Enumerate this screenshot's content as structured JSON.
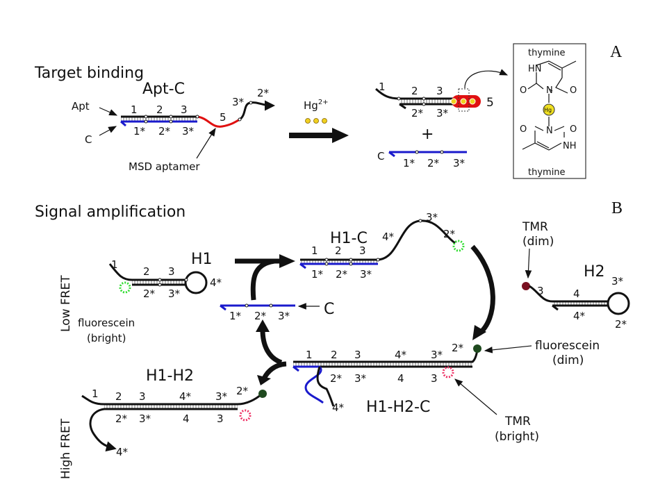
{
  "panel_a": {
    "letter": "A",
    "heading": "Target binding",
    "complex": "Apt-C",
    "apt_label": "Apt",
    "c_label": "C",
    "msd_label": "MSD aptamer",
    "top": [
      "1",
      "2",
      "3"
    ],
    "bottom": [
      "1*",
      "2*",
      "3*"
    ],
    "tail": [
      "5",
      "3*",
      "2*"
    ],
    "hg": "Hg",
    "hg_sup": "2+",
    "product_top": [
      "1",
      "2",
      "3"
    ],
    "product_bottom": [
      "2*",
      "3*"
    ],
    "product_5": "5",
    "plus": "+",
    "free_c": "C",
    "free_c_segments": [
      "1*",
      "2*",
      "3*"
    ],
    "inset": {
      "top": "thymine",
      "bottom": "thymine",
      "hn": "HN",
      "nh": "NH",
      "n": "N",
      "o": "O",
      "hg": "Hg"
    }
  },
  "panel_b": {
    "letter": "B",
    "heading": "Signal amplification",
    "low_fret": "Low FRET",
    "high_fret": "High FRET",
    "h1": {
      "title": "H1",
      "labels": [
        "1",
        "2",
        "3",
        "2*",
        "3*",
        "4*"
      ],
      "dye": [
        "fluorescein",
        "(bright)"
      ]
    },
    "c": {
      "title": "C",
      "labels": [
        "1*",
        "2*",
        "3*"
      ]
    },
    "h1c": {
      "title": "H1-C",
      "labels": [
        "1",
        "2",
        "3",
        "1*",
        "2*",
        "3*",
        "4*",
        "3*",
        "2*"
      ]
    },
    "h2": {
      "title": "H2",
      "labels": [
        "3",
        "4",
        "4*",
        "3*",
        "2*"
      ],
      "dye": [
        "TMR",
        "(dim)"
      ]
    },
    "h1h2c": {
      "title": "H1-H2-C",
      "labels": [
        "1",
        "2",
        "3",
        "4*",
        "3*",
        "2*",
        "2*",
        "3*",
        "4",
        "3",
        "4*"
      ],
      "dye_f": [
        "fluorescein",
        "(dim)"
      ],
      "dye_t": [
        "TMR",
        "(bright)"
      ]
    },
    "h1h2": {
      "title": "H1-H2",
      "labels": [
        "1",
        "2",
        "3",
        "4*",
        "3*",
        "2*",
        "2*",
        "3*",
        "4",
        "3",
        "4*"
      ]
    }
  },
  "colors": {
    "strand": "#111111",
    "complement": "#1a1acc",
    "aptamer": "#e01010",
    "mercury": "#f0d020",
    "fluorescein": "#33dd33",
    "tmr": "#ee3366",
    "quenched_dye": "#1f4a1f",
    "tmr_dim": "#7a1020"
  }
}
